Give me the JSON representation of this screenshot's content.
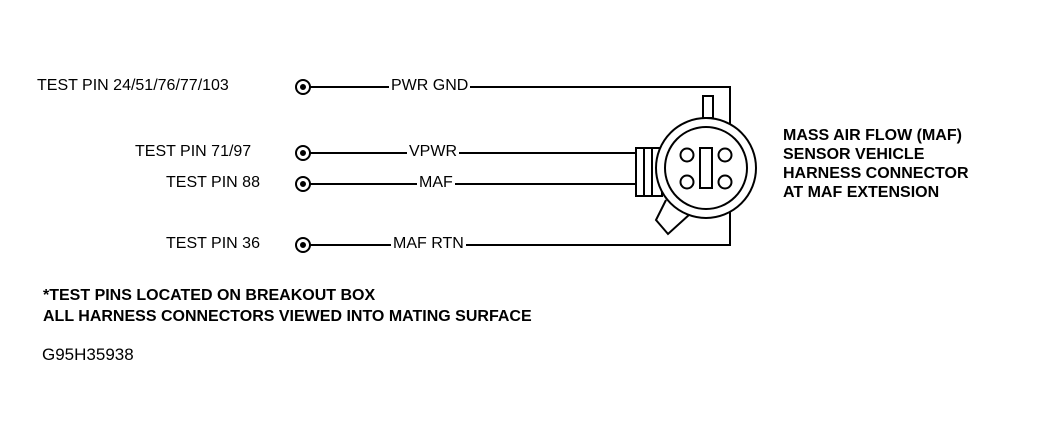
{
  "pins": [
    {
      "label": "TEST PIN 24/51/76/77/103",
      "signal": "PWR GND"
    },
    {
      "label": "TEST PIN 71/97",
      "signal": "VPWR"
    },
    {
      "label": "TEST PIN 88",
      "signal": "MAF"
    },
    {
      "label": "TEST PIN 36",
      "signal": "MAF RTN"
    }
  ],
  "connector_title": [
    "MASS AIR FLOW (MAF)",
    "SENSOR VEHICLE",
    "HARNESS CONNECTOR",
    "AT MAF EXTENSION"
  ],
  "notes": [
    "*TEST PINS LOCATED ON BREAKOUT BOX",
    "ALL HARNESS CONNECTORS VIEWED INTO MATING SURFACE"
  ],
  "figure_id": "G95H35938"
}
